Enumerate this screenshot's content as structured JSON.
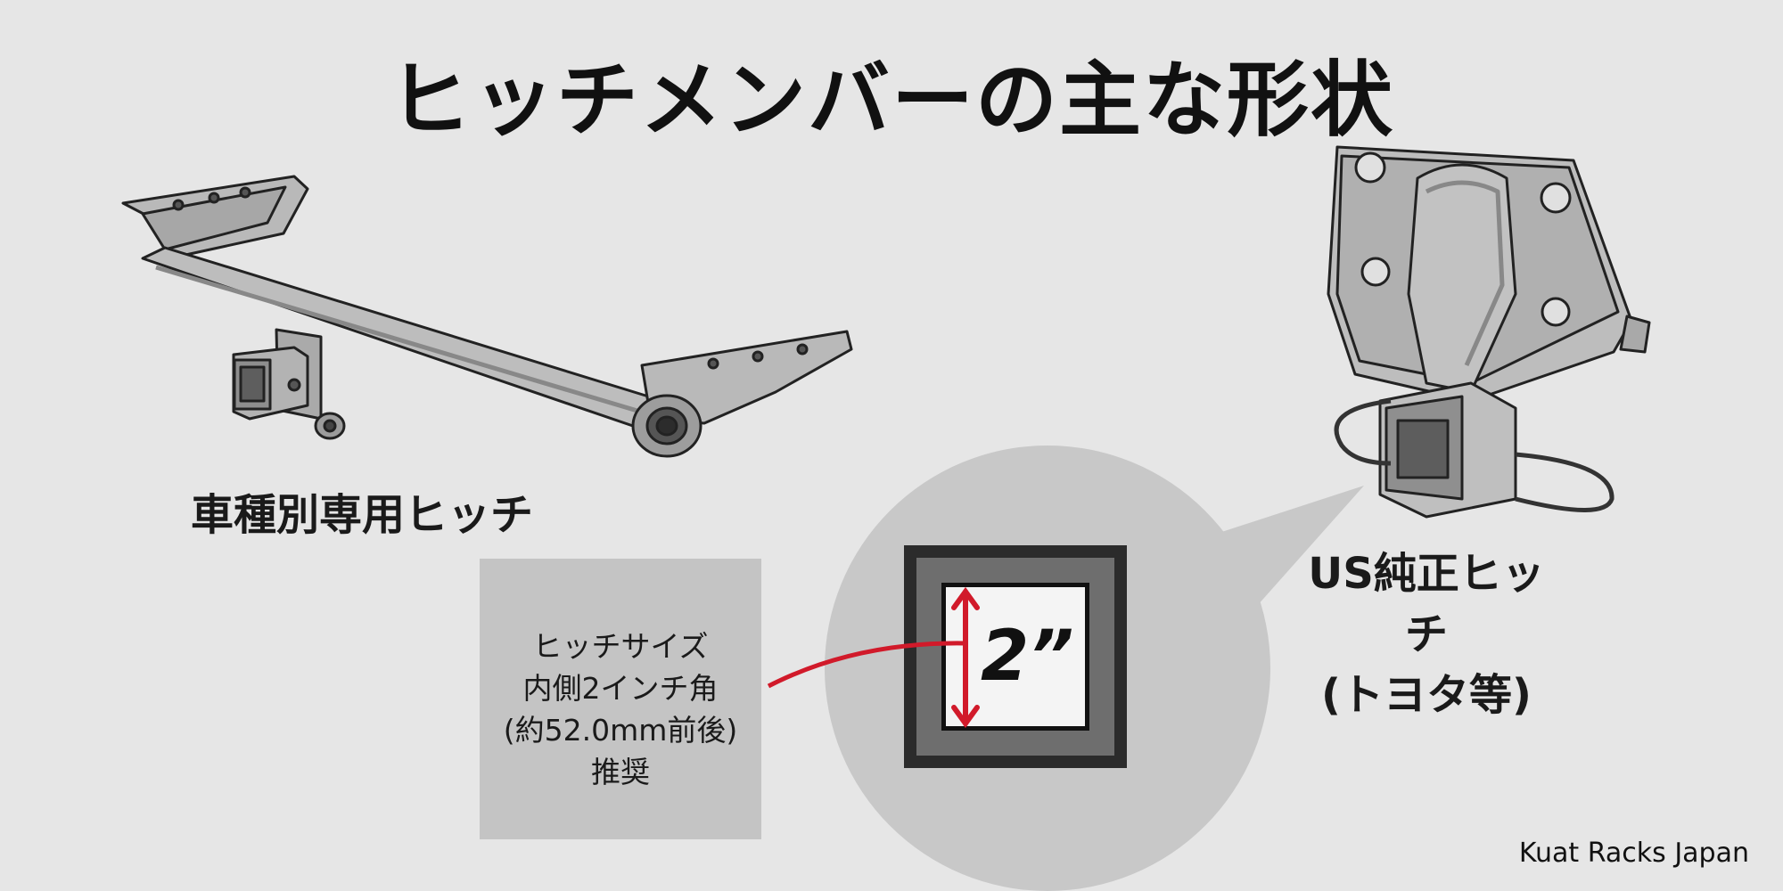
{
  "title": "ヒッチメンバーの主な形状",
  "left_item": {
    "label": "車種別専用ヒッチ",
    "icon": "vehicle-specific-hitch-drawing"
  },
  "right_item": {
    "label_line1": "US純正ヒッチ",
    "label_line2": "(トヨタ等)",
    "icon": "us-oem-hitch-drawing"
  },
  "receiver_detail": {
    "size_label": "2”",
    "icon": "receiver-tube-closeup"
  },
  "info": {
    "lines": [
      "ヒッチサイズ",
      "内側2インチ角",
      "(約52.0mm前後)",
      "推奨"
    ]
  },
  "credit": "Kuat Racks Japan",
  "colors": {
    "background": "#e6e6e6",
    "callout_circle": "#c8c8c8",
    "info_box": "#c4c4c4",
    "accent_red": "#d11a2a"
  }
}
